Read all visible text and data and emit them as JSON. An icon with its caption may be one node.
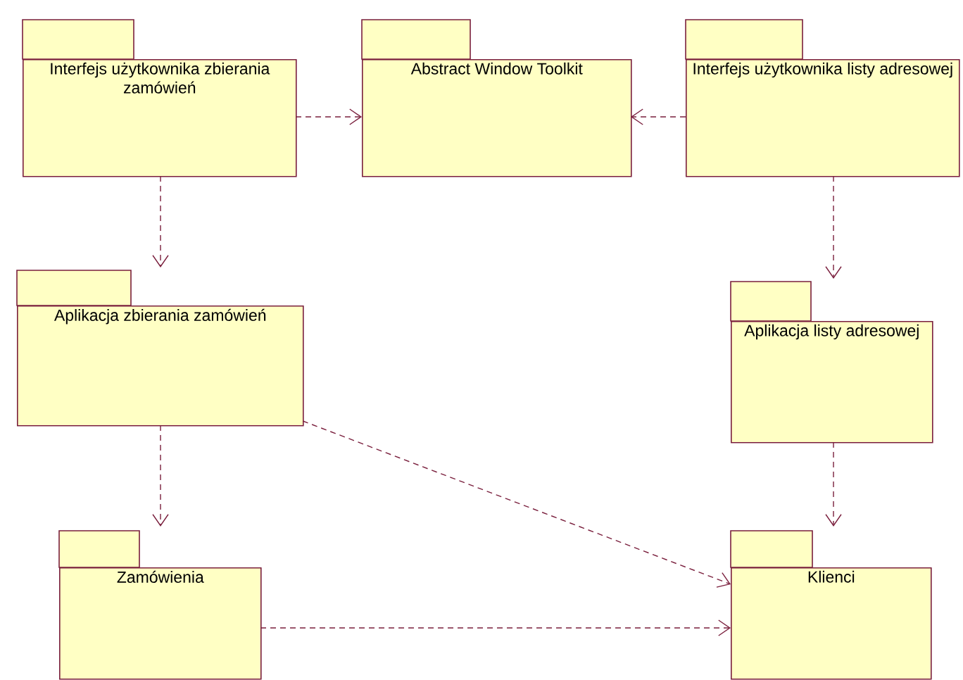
{
  "diagram": {
    "nodes": [
      {
        "text": [
          "Interfejs użytkownika zbierania zamówień"
        ]
      },
      {
        "text": [
          "Abstract Window Toolkit"
        ]
      },
      {
        "text": [
          "Interfejs użytkownika listy adresowej"
        ]
      },
      {
        "text": [
          "Aplikacja zbierania zamówień"
        ]
      },
      {
        "text": [
          "Aplikacja listy adresowej"
        ]
      },
      {
        "text": [
          "Zamówienia"
        ]
      },
      {
        "text": [
          "Klienci"
        ]
      }
    ],
    "edges": [
      {
        "from": 0,
        "to": 1,
        "arrow": "to",
        "style": "dashed"
      },
      {
        "from": 2,
        "to": 1,
        "arrow": "to",
        "style": "dashed"
      },
      {
        "from": 0,
        "to": 3,
        "arrow": "to",
        "style": "dashed"
      },
      {
        "from": 2,
        "to": 4,
        "arrow": "to",
        "style": "dashed"
      },
      {
        "from": 3,
        "to": 5,
        "arrow": "to",
        "style": "dashed"
      },
      {
        "from": 3,
        "to": 6,
        "arrow": "to",
        "style": "dashed"
      },
      {
        "from": 4,
        "to": 6,
        "arrow": "to",
        "style": "dashed"
      },
      {
        "from": 5,
        "to": 6,
        "arrow": "to",
        "style": "dashed"
      }
    ]
  }
}
